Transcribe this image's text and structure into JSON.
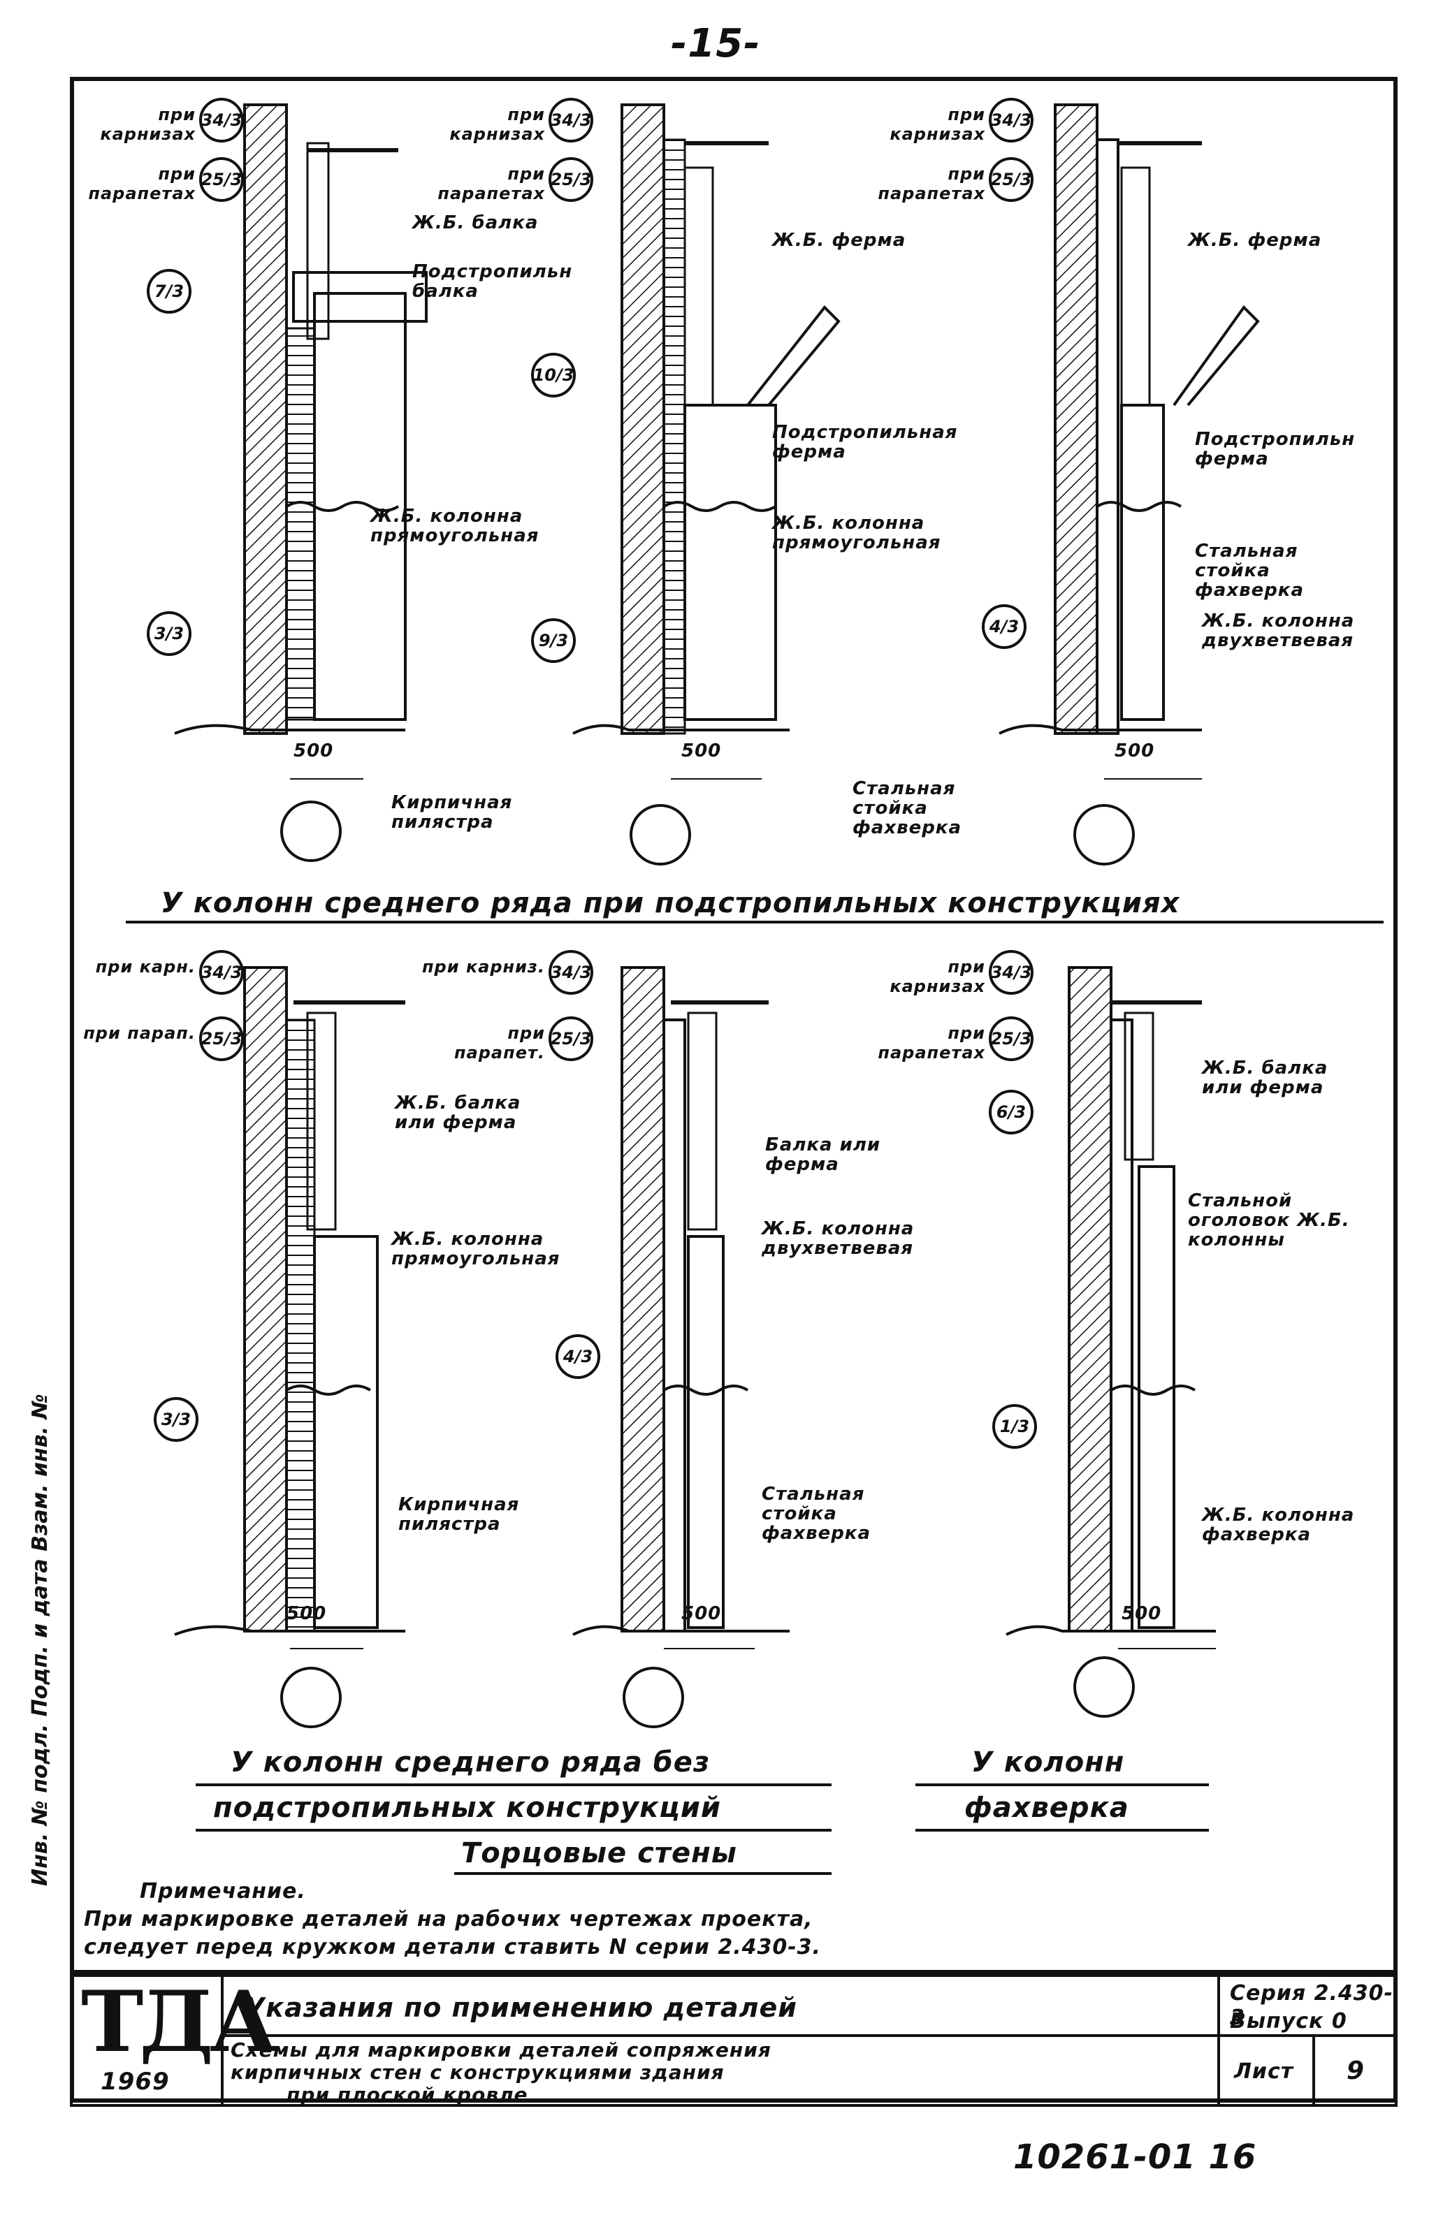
{
  "page_number": "-15-",
  "top_section": {
    "caption": "У колонн среднего ряда при подстропильных конструкциях",
    "panels": [
      {
        "marks": [
          {
            "text": "при карнизах",
            "ref": "34/3"
          },
          {
            "text": "при парапетах",
            "ref": "25/3"
          }
        ],
        "refs": [
          "7/3",
          "3/3"
        ],
        "labels": [
          "Ж.Б. балка",
          "Подстропильн балка",
          "Ж.Б. колонна прямоугольная",
          "Кирпичная пилястра"
        ],
        "dimension": "500"
      },
      {
        "marks": [
          {
            "text": "при карнизах",
            "ref": "34/3"
          },
          {
            "text": "при парапетах",
            "ref": "25/3"
          }
        ],
        "refs": [
          "10/3",
          "9/3"
        ],
        "labels": [
          "Ж.Б. ферма",
          "Подстропильная ферма",
          "Ж.Б. колонна прямоугольная"
        ],
        "dimension": "500"
      },
      {
        "marks": [
          {
            "text": "при карнизах",
            "ref": "34/3"
          },
          {
            "text": "при парапетах",
            "ref": "25/3"
          }
        ],
        "refs": [
          "4/3"
        ],
        "labels": [
          "Ж.Б. ферма",
          "Подстропильн ферма",
          "Стальная стойка фахверка",
          "Ж.Б. колонна двухветвевая",
          "Стальная стойка фахверка"
        ],
        "dimension": "500"
      }
    ]
  },
  "bottom_section": {
    "caption_left_1": "У колонн среднего ряда без",
    "caption_left_2": "подстропильных конструкций",
    "caption_right_1": "У колонн",
    "caption_right_2": "фахверка",
    "caption_center": "Торцовые стены",
    "panels": [
      {
        "marks": [
          {
            "text": "при карн.",
            "ref": "34/3"
          },
          {
            "text": "при парап.",
            "ref": "25/3"
          }
        ],
        "refs": [
          "3/3"
        ],
        "labels": [
          "Ж.Б. балка или ферма",
          "Ж.Б. колонна прямоугольная",
          "Кирпичная пилястра"
        ],
        "dimension": "500"
      },
      {
        "marks": [
          {
            "text": "при карниз.",
            "ref": "34/3"
          },
          {
            "text": "при парапет.",
            "ref": "25/3"
          }
        ],
        "refs": [
          "4/3"
        ],
        "labels": [
          "Балка или ферма",
          "Ж.Б. колонна двухветвевая",
          "Стальная стойка фахверка"
        ],
        "dimension": "500"
      },
      {
        "marks": [
          {
            "text": "при карнизах",
            "ref": "34/3"
          },
          {
            "text": "при парапетах",
            "ref": "25/3"
          }
        ],
        "refs": [
          "6/3",
          "1/3"
        ],
        "labels": [
          "Ж.Б. балка или ферма",
          "Стальной оголовок Ж.Б. колонны",
          "Ж.Б. колонна фахверка"
        ],
        "dimension": "500"
      }
    ]
  },
  "note": {
    "heading": "Примечание.",
    "line1": "При маркировке деталей на рабочих чертежах проекта,",
    "line2": "следует перед кружком детали ставить N серии 2.430-3."
  },
  "title_block": {
    "logo": "ТДА",
    "year": "1969",
    "title": "Указания по применению деталей",
    "subtitle_1": "Схемы для маркировки деталей сопряжения",
    "subtitle_2": "кирпичных стен с конструкциями здания",
    "subtitle_3": "при плоской кровле",
    "series_label": "Серия 2.430-3",
    "issue_label": "Выпуск 0",
    "sheet_label": "Лист",
    "sheet_number": "9"
  },
  "sidebar_text": "Инв. № подл.   Подп. и дата   Взам. инв. №",
  "footer_code": "10261-01   16"
}
